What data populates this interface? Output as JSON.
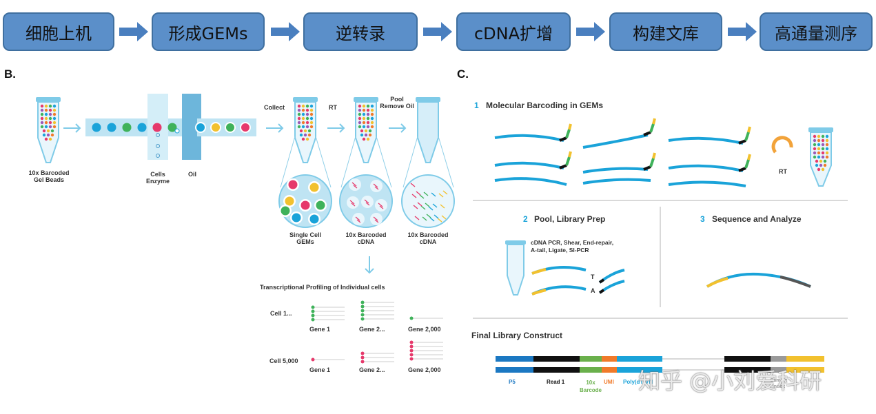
{
  "workflow": {
    "steps": [
      "细胞上机",
      "形成GEMs",
      "逆转录",
      "cDNA扩增",
      "构建文库",
      "高通量测序"
    ]
  },
  "panel_b": {
    "label": "B.",
    "gel_beads": "10x Barcoded\nGel Beads",
    "cells_enzyme": "Cells\nEnzyme",
    "oil": "Oil",
    "collect": "Collect",
    "rt": "RT",
    "pool": "Pool\nRemove Oil",
    "single_cell": "Single Cell\nGEMs",
    "barcoded_cdna_1": "10x Barcoded\ncDNA",
    "barcoded_cdna_2": "10x Barcoded\ncDNA",
    "profiling_title": "Transcriptional Profiling of Individual cells",
    "cell_1": "Cell 1...",
    "cell_5000": "Cell 5,000",
    "gene_1": "Gene 1",
    "gene_2": "Gene 2...",
    "gene_2000": "Gene 2,000"
  },
  "panel_c": {
    "label": "C.",
    "step1_num": "1",
    "step1": "Molecular Barcoding in GEMs",
    "rt": "RT",
    "step2_num": "2",
    "step2": "Pool, Library Prep",
    "prep_text": "cDNA PCR, Shear, End-repair,\nA-tail, Ligate, SI-PCR",
    "t_label": "T",
    "a_label": "A",
    "step3_num": "3",
    "step3": "Sequence and Analyze",
    "final": "Final Library Construct",
    "construct_labels": {
      "p5": "P5",
      "read1": "Read 1",
      "barcode": "10x\nBarcode",
      "umi": "UMI",
      "polyt": "Poly(dT)VN",
      "sample_index": "Sample\nIndex"
    }
  },
  "watermark": "知乎 @小刘爱科研",
  "colors": {
    "step_fill": "#5b8fc9",
    "arrow": "#4a7fbf",
    "strand": "#1aa3d9",
    "tube": "#7fcbe8",
    "p5": "#1b78c2",
    "read1": "#111111",
    "barcode": "#6ab04c",
    "umi": "#f07a2a",
    "polyt": "#1aa3d9",
    "yellow": "#f2c12e",
    "gray": "#9a9a9a"
  }
}
